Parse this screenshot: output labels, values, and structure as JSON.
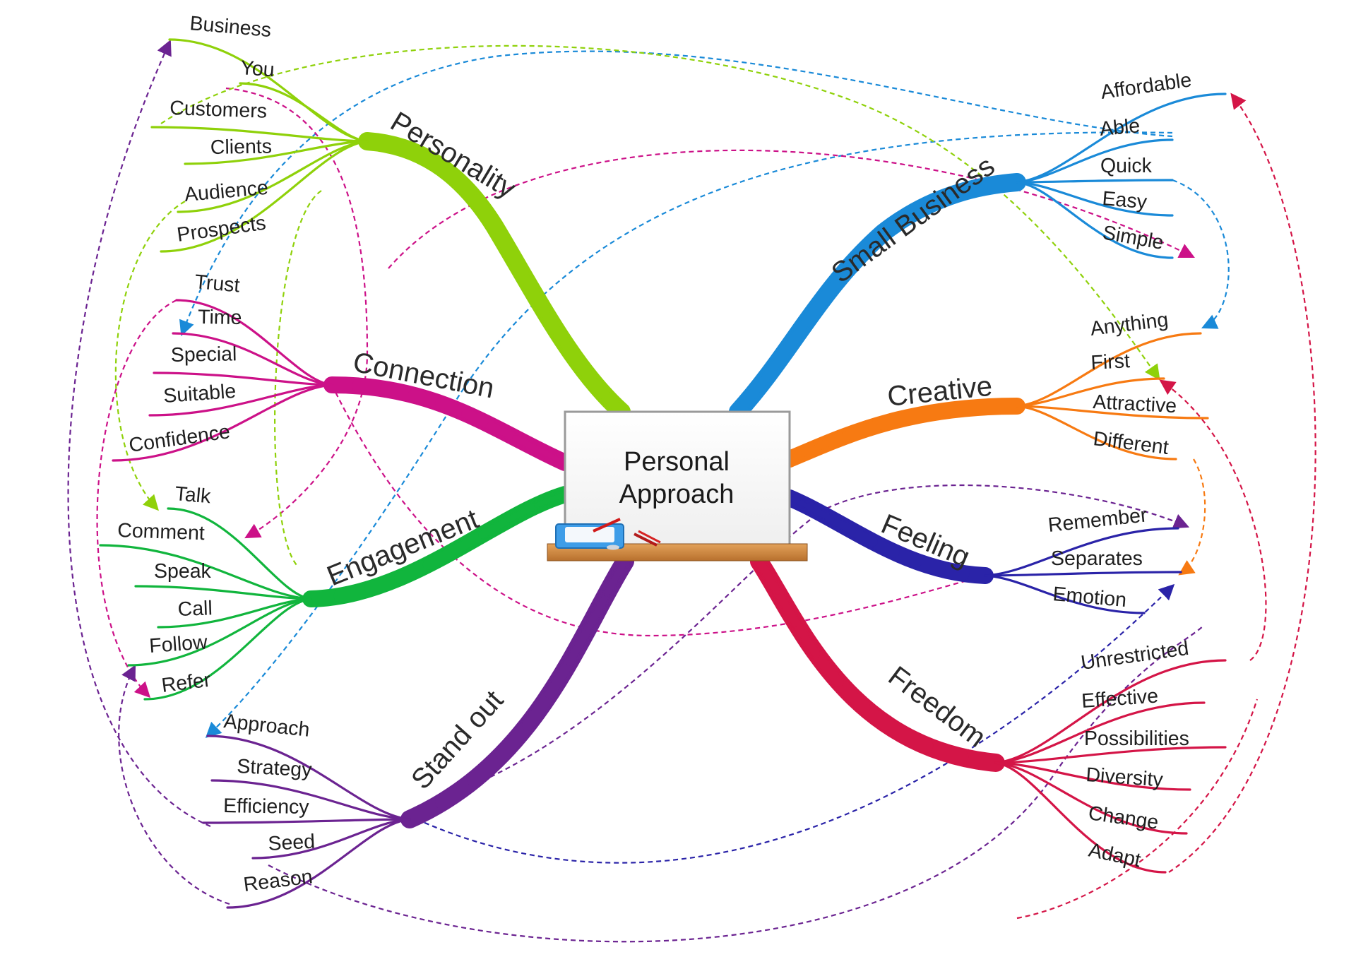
{
  "center": {
    "title_line1": "Personal",
    "title_line2": "Approach"
  },
  "branches": {
    "personality": {
      "label": "Personality",
      "color": "#8fd10a",
      "leaves": [
        "Business",
        "You",
        "Customers",
        "Clients",
        "Audience",
        "Prospects"
      ]
    },
    "connection": {
      "label": "Connection",
      "color": "#cc1188",
      "leaves": [
        "Trust",
        "Time",
        "Special",
        "Suitable",
        "Confidence"
      ]
    },
    "engagement": {
      "label": "Engagement",
      "color": "#11b53d",
      "leaves": [
        "Talk",
        "Comment",
        "Speak",
        "Call",
        "Follow",
        "Refer"
      ]
    },
    "standout": {
      "label": "Stand out",
      "color": "#6b2391",
      "leaves": [
        "Approach",
        "Strategy",
        "Efficiency",
        "Seed",
        "Reason"
      ]
    },
    "smallbusiness": {
      "label": "Small Business",
      "color": "#1a8ad8",
      "leaves": [
        "Affordable",
        "Able",
        "Quick",
        "Easy",
        "Simple"
      ]
    },
    "creative": {
      "label": "Creative",
      "color": "#f77a12",
      "leaves": [
        "Anything",
        "First",
        "Attractive",
        "Different"
      ]
    },
    "feeling": {
      "label": "Feeling",
      "color": "#2a23a8",
      "leaves": [
        "Remember",
        "Separates",
        "Emotion"
      ]
    },
    "freedom": {
      "label": "Freedom",
      "color": "#d41547",
      "leaves": [
        "Unrestricted",
        "Effective",
        "Possibilities",
        "Diversity",
        "Change",
        "Adapt"
      ]
    }
  }
}
